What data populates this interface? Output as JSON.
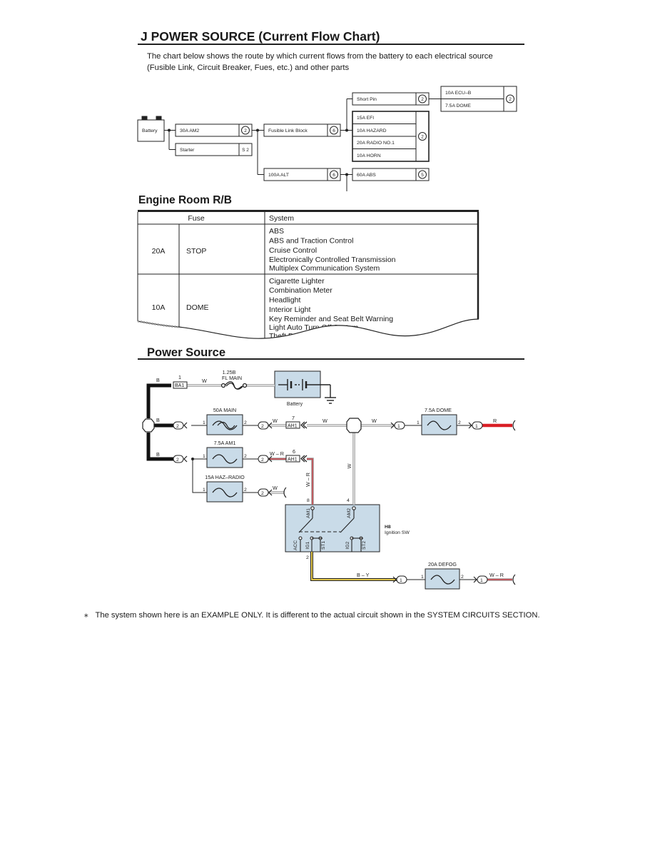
{
  "title": "J POWER SOURCE (Current Flow Chart)",
  "intro": {
    "line1": "The chart below shows the route by which current flows from the battery to each electrical source",
    "line2": "(Fusible Link, Circuit Breaker, Fues, etc.) and other parts"
  },
  "flow": {
    "battery": "Battery",
    "am2": "30A AM2",
    "am2_pin": "2",
    "starter": "Starter",
    "starter_pin": "S 2",
    "fl_block": "Fusible Link Block",
    "fl_block_pin": "6",
    "alt": "100A ALT",
    "alt_pin": "6",
    "short_pin": "Short Pin",
    "short_pin_pin": "2",
    "ecu_b": "10A ECU–B",
    "dome": "7.5A DOME",
    "ecu_pin": "2",
    "efi": "15A EFI",
    "hazard": "10A HAZARD",
    "radio": "20A RADIO NO.1",
    "horn": "10A HORN",
    "group_pin": "2",
    "abs": "60A ABS",
    "abs_pin": "5"
  },
  "rb": {
    "heading": "Engine Room R/B",
    "col_fuse": "Fuse",
    "col_system": "System",
    "rows": [
      {
        "amp": "20A",
        "name": "STOP",
        "systems": [
          "ABS",
          "ABS and Traction Control",
          "Cruise Control",
          "Electronically Controlled Transmission",
          "Multiplex Communication System"
        ]
      },
      {
        "amp": "10A",
        "name": "DOME",
        "systems": [
          "Cigarette Lighter",
          "Combination Meter",
          "Headlight",
          "Interior Light",
          "Key Reminder and Seat Belt Warning",
          "Light Auto Turn Off System",
          "Theft Deterrent and Door Lock"
        ]
      }
    ]
  },
  "ps": {
    "heading": "Power Source",
    "b": "B",
    "w": "W",
    "wr": "W – R",
    "by": "B – Y",
    "r": "R",
    "fl_size": "1.25B",
    "fl_main": "FL MAIN",
    "battery": "Battery",
    "ba1": "BA1",
    "ah1": "AH1",
    "main50": "50A MAIN",
    "am1": "7.5A AM1",
    "haz_radio": "15A HAZ–RADIO",
    "dome": "7.5A DOME",
    "defog": "20A DEFOG",
    "ign_id": "H8",
    "ign_name": "Ignition SW",
    "am1_term": "AM1",
    "am2_term": "AM2",
    "acc": "ACC",
    "ig1": "IG1",
    "st1": "ST1",
    "ig2": "IG2",
    "st2": "ST2",
    "p1": "1",
    "p2": "2",
    "p4": "4",
    "p6": "6",
    "p7": "7",
    "p8": "8"
  },
  "note": "The system shown here is an EXAMPLE ONLY. It is different to the actual circuit shown in the SYSTEM CIRCUITS SECTION.",
  "note_mark": "∗"
}
